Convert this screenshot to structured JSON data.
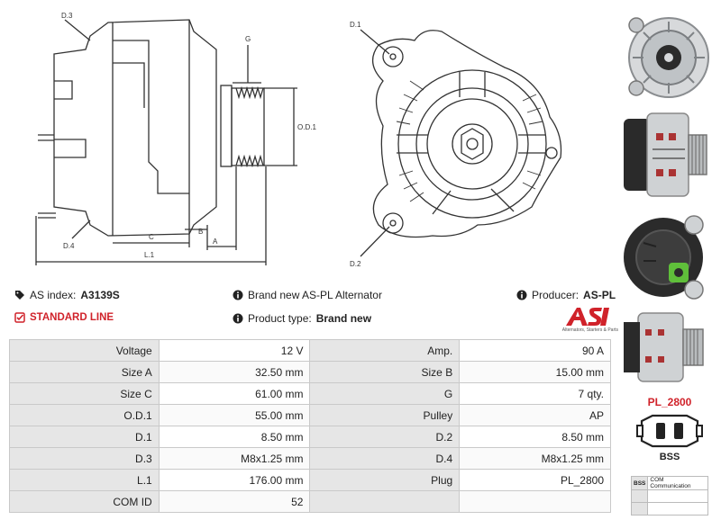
{
  "drawing": {
    "labels": {
      "d3": "D.3",
      "g": "G",
      "od1": "O.D.1",
      "d4": "D.4",
      "c": "C",
      "b": "B",
      "a": "A",
      "l1": "L.1",
      "d1": "D.1",
      "d2": "D.2"
    }
  },
  "info": {
    "as_index_label": "AS index:",
    "as_index_value": "A3139S",
    "line": "STANDARD LINE",
    "description": "Brand new AS-PL Alternator",
    "product_type_label": "Product type:",
    "product_type_value": "Brand new",
    "producer_label": "Producer:",
    "producer_value": "AS-PL"
  },
  "logo": {
    "mark": "AS",
    "subtitle": "Alternators, Starters & Parts"
  },
  "specs": [
    [
      "Voltage",
      "12 V",
      "Amp.",
      "90 A"
    ],
    [
      "Size A",
      "32.50 mm",
      "Size B",
      "15.00 mm"
    ],
    [
      "Size C",
      "61.00 mm",
      "G",
      "7 qty."
    ],
    [
      "O.D.1",
      "55.00 mm",
      "Pulley",
      "AP"
    ],
    [
      "D.1",
      "8.50 mm",
      "D.2",
      "8.50 mm"
    ],
    [
      "D.3",
      "M8x1.25 mm",
      "D.4",
      "M8x1.25 mm"
    ],
    [
      "L.1",
      "176.00 mm",
      "Plug",
      "PL_2800"
    ],
    [
      "COM ID",
      "52",
      "",
      ""
    ]
  ],
  "plug": {
    "title": "PL_2800",
    "code": "BSS",
    "pins": [
      {
        "key": "BSS",
        "value": "COM Communication"
      }
    ]
  },
  "colors": {
    "accent": "#d0222a",
    "label_bg": "#e6e6e6",
    "border": "#c9c9c9"
  }
}
